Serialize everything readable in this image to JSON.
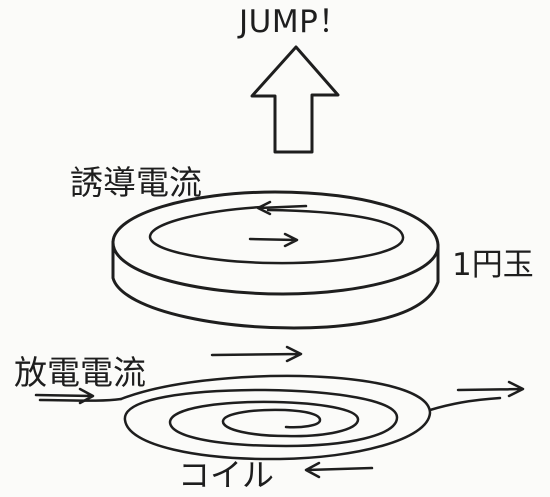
{
  "labels": {
    "jump": "JUMP！",
    "induced_current": "誘導電流",
    "coin": "1円玉",
    "discharge_current": "放電電流",
    "coil": "コイル"
  }
}
